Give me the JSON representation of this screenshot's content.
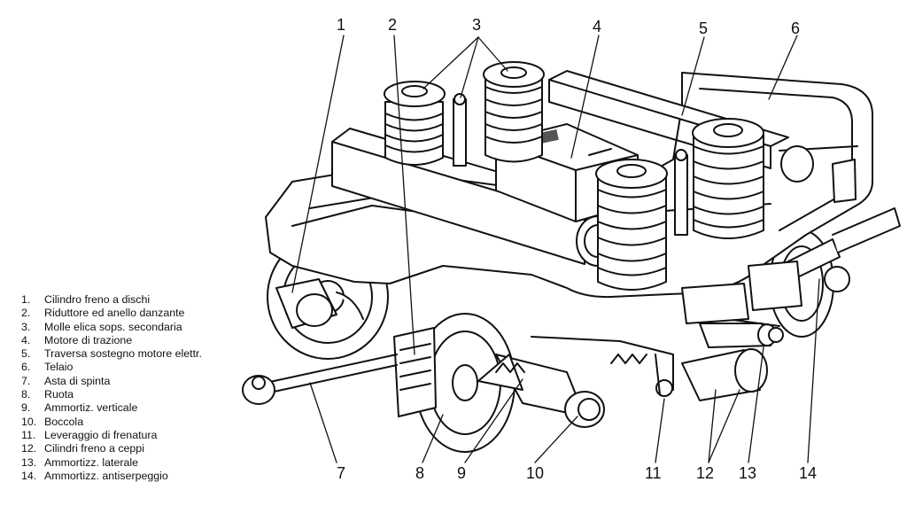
{
  "legend": [
    {
      "num": "1.",
      "text": "Cilindro freno a dischi"
    },
    {
      "num": "2.",
      "text": "Riduttore ed anello danzante"
    },
    {
      "num": "3.",
      "text": "Molle elica sops. secondaria"
    },
    {
      "num": "4.",
      "text": "Motore di trazione"
    },
    {
      "num": "5.",
      "text": "Traversa sostegno motore elettr."
    },
    {
      "num": "6.",
      "text": "Telaio"
    },
    {
      "num": "7.",
      "text": "Asta di spinta"
    },
    {
      "num": "8.",
      "text": "Ruota"
    },
    {
      "num": "9.",
      "text": "Ammortiz. verticale"
    },
    {
      "num": "10.",
      "text": "Boccola"
    },
    {
      "num": "11.",
      "text": "Leveraggio di frenatura"
    },
    {
      "num": "12.",
      "text": "Cilindri freno a ceppi"
    },
    {
      "num": "13.",
      "text": "Ammortizz. laterale"
    },
    {
      "num": "14.",
      "text": "Ammortizz. antiserpeggio"
    }
  ],
  "callouts": {
    "c1": "1",
    "c2": "2",
    "c3": "3",
    "c4": "4",
    "c5": "5",
    "c6": "6",
    "c7": "7",
    "c8": "8",
    "c9": "9",
    "c10": "10",
    "c11": "11",
    "c12": "12",
    "c13": "13",
    "c14": "14"
  }
}
